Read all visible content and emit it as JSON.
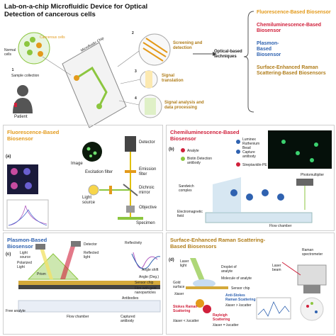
{
  "header": {
    "title_line1": "Lab-on-a-chip Microfluidic Device for Optical",
    "title_line2": "Detection of cancerous cells"
  },
  "top": {
    "chip_label": "Microfluidic Chip",
    "normal_cells": "Normal cells",
    "cancerous_cells": "Cancerous cells",
    "sample_collection": "Sample collection",
    "patient": "Patient",
    "steps": [
      {
        "num": "1"
      },
      {
        "num": "2"
      },
      {
        "num": "3"
      },
      {
        "num": "4"
      }
    ],
    "step2": "Screening and detection",
    "step3": "Signal translation",
    "step4": "Signal analysis and data processing",
    "optical_techniques": "Optical-based techniques",
    "techniques": [
      {
        "label": "Fluorescence-Based Biosensor",
        "color": "#e39a1b"
      },
      {
        "label": "Chemiluminescence-Based Biosensor",
        "color": "#d0203b"
      },
      {
        "label": "Plasmon-Based Biosensor",
        "color": "#2f62b0"
      },
      {
        "label": "Surface-Enhanced Raman Scattering-Based Biosensors",
        "color": "#b07d1a"
      }
    ]
  },
  "panel_a": {
    "title": "Fluorescence-Based Biosensor",
    "letter": "(a)",
    "image": "Image",
    "detector": "Detector",
    "excitation_filter": "Excitation filter",
    "emission_filter": "Emission filter",
    "dichroic_mirror": "Dichroic mirror",
    "light_source": "Light source",
    "objective": "Objective",
    "specimen": "Specimen"
  },
  "panel_b": {
    "title": "Chemiluminescence-Based Biosensor",
    "letter": "(b)",
    "analyte": "Analyte",
    "biotin": "Biotin Detection antibody",
    "luminex": "Luminex Ruthenium Bead",
    "capture": "Capture antibody",
    "streptavidin": "Streptavidin-PE",
    "sandwich": "Sandwich complex",
    "photomultiplier": "Photomultiplier",
    "em_field": "Electromagnetic field",
    "flow_chamber": "Flow chamber"
  },
  "panel_c": {
    "title": "Plasmon-Based Biosensor",
    "letter": "(c)",
    "reflectivity": "Reflectivity",
    "angle_shift": "Angle shift",
    "angle_axis": "Angle (Deg.)",
    "light_source": "Light source",
    "polarized_light": "Polarized Light",
    "detector": "Detector",
    "reflected_light": "Reflected light",
    "prism": "Prism",
    "sensor_chip": "Sensor chip",
    "film": "Film with gold nanoparticles",
    "antibodies": "Antibodies",
    "free_analyte": "Free analyte",
    "flow_chamber": "Flow chamber",
    "captured": "Captured antibody"
  },
  "panel_d": {
    "title": "Surface-Enhanced Raman Scattering-Based Biosensors",
    "letter": "(d)",
    "laser_light": "Laser light",
    "droplet": "Droplet of analyte",
    "molecule": "Molecule of analyte",
    "sensor_chip": "Sensor chip",
    "gold_surface": "Gold surface",
    "laser_beam": "Laser beam",
    "raman_spectrometer": "Raman spectrometer",
    "stokes": "Stokes Raman Scattering",
    "anti_stokes": "Anti-Stokes Raman Scattering",
    "rayleigh": "Rayleigh Scattering",
    "lambda_laser": "λlaser",
    "stokes_eq": "λlaser < λscatter",
    "anti_eq": "λlaser > λscatter",
    "ray_eq": "λlaser = λscatter"
  },
  "colors": {
    "orange": "#e39a1b",
    "red": "#d0203b",
    "blue": "#2f62b0",
    "gold": "#b07d1a",
    "chip_green": "#8cc63f"
  }
}
